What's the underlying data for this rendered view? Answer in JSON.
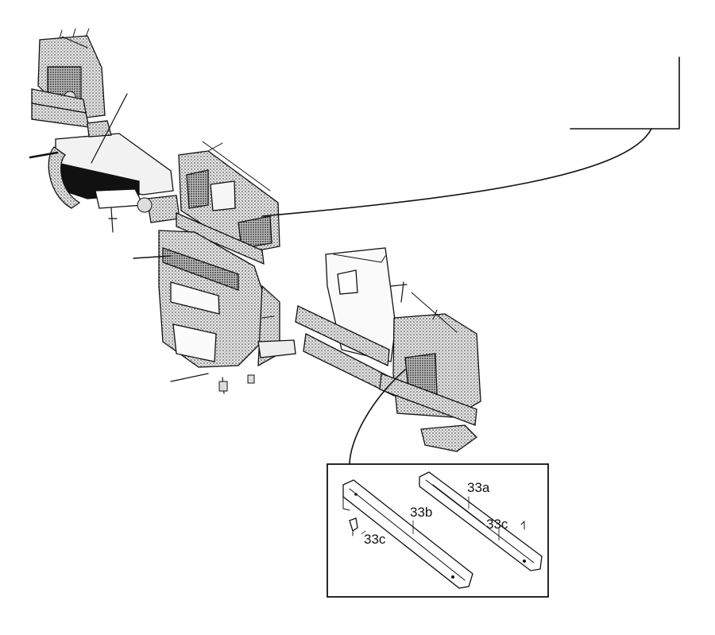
{
  "inset": {
    "labels": {
      "a": "33a",
      "b": "33b",
      "c_left": "33c",
      "c_right": "33c"
    }
  },
  "colors": {
    "ink": "#111111",
    "paper": "#ffffff",
    "shade": "#9a9a9a"
  }
}
